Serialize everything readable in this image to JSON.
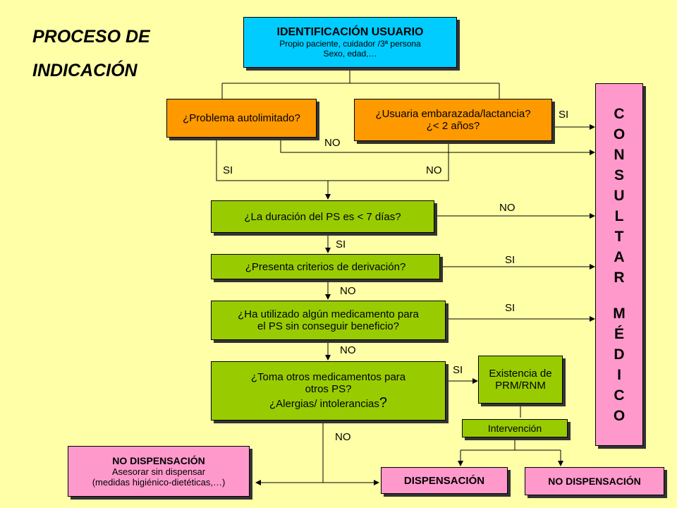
{
  "title": {
    "line1": "PROCESO DE",
    "line2": "INDICACIÓN"
  },
  "nodes": {
    "identificacion": {
      "title": "IDENTIFICACIÓN USUARIO",
      "line1": "Propio paciente, cuidador /3ª persona",
      "line2": "Sexo, edad,…"
    },
    "autolimitado": "¿Problema autolimitado?",
    "embarazada": {
      "line1": "¿Usuaria embarazada/lactancia?",
      "line2": "¿< 2 años?"
    },
    "duracion": "¿La duración del PS es < 7 días?",
    "derivacion": "¿Presenta criterios de derivación?",
    "medicamento": {
      "line1": "¿Ha utilizado algún medicamento para",
      "line2": "el PS sin conseguir beneficio?"
    },
    "otros": {
      "line1": "¿Toma otros medicamentos para",
      "line2": "otros PS?",
      "line3": "¿Alergias/ intolerancias",
      "line3_end": "?"
    },
    "prm": {
      "line1": "Existencia de",
      "line2": "PRM/RNM"
    },
    "intervencion": "Intervención",
    "no_dispensacion_left": {
      "title": "NO DISPENSACIÓN",
      "line1": "Asesorar sin dispensar",
      "line2": "(medidas higiénico-dietéticas,…)"
    },
    "dispensacion": "DISPENSACIÓN",
    "no_dispensacion_right": "NO DISPENSACIÓN",
    "consultar": {
      "word1": [
        "C",
        "O",
        "N",
        "S",
        "U",
        "L",
        "T",
        "A",
        "R"
      ],
      "word2": [
        "M",
        "É",
        "D",
        "I",
        "C",
        "O"
      ]
    }
  },
  "labels": {
    "si_embarazada": "SI",
    "no_autolimitado": "NO",
    "si_autolimitado": "SI",
    "no_embarazada": "NO",
    "no_duracion": "NO",
    "si_duracion": "SI",
    "si_derivacion": "SI",
    "no_derivacion": "NO",
    "si_medicamento": "SI",
    "no_medicamento": "NO",
    "si_otros": "SI",
    "no_otros": "NO"
  },
  "colors": {
    "background": "#ffffa8",
    "blue": "#00ccff",
    "orange": "#ff9900",
    "green": "#99cc00",
    "pink": "#ff99cc"
  }
}
